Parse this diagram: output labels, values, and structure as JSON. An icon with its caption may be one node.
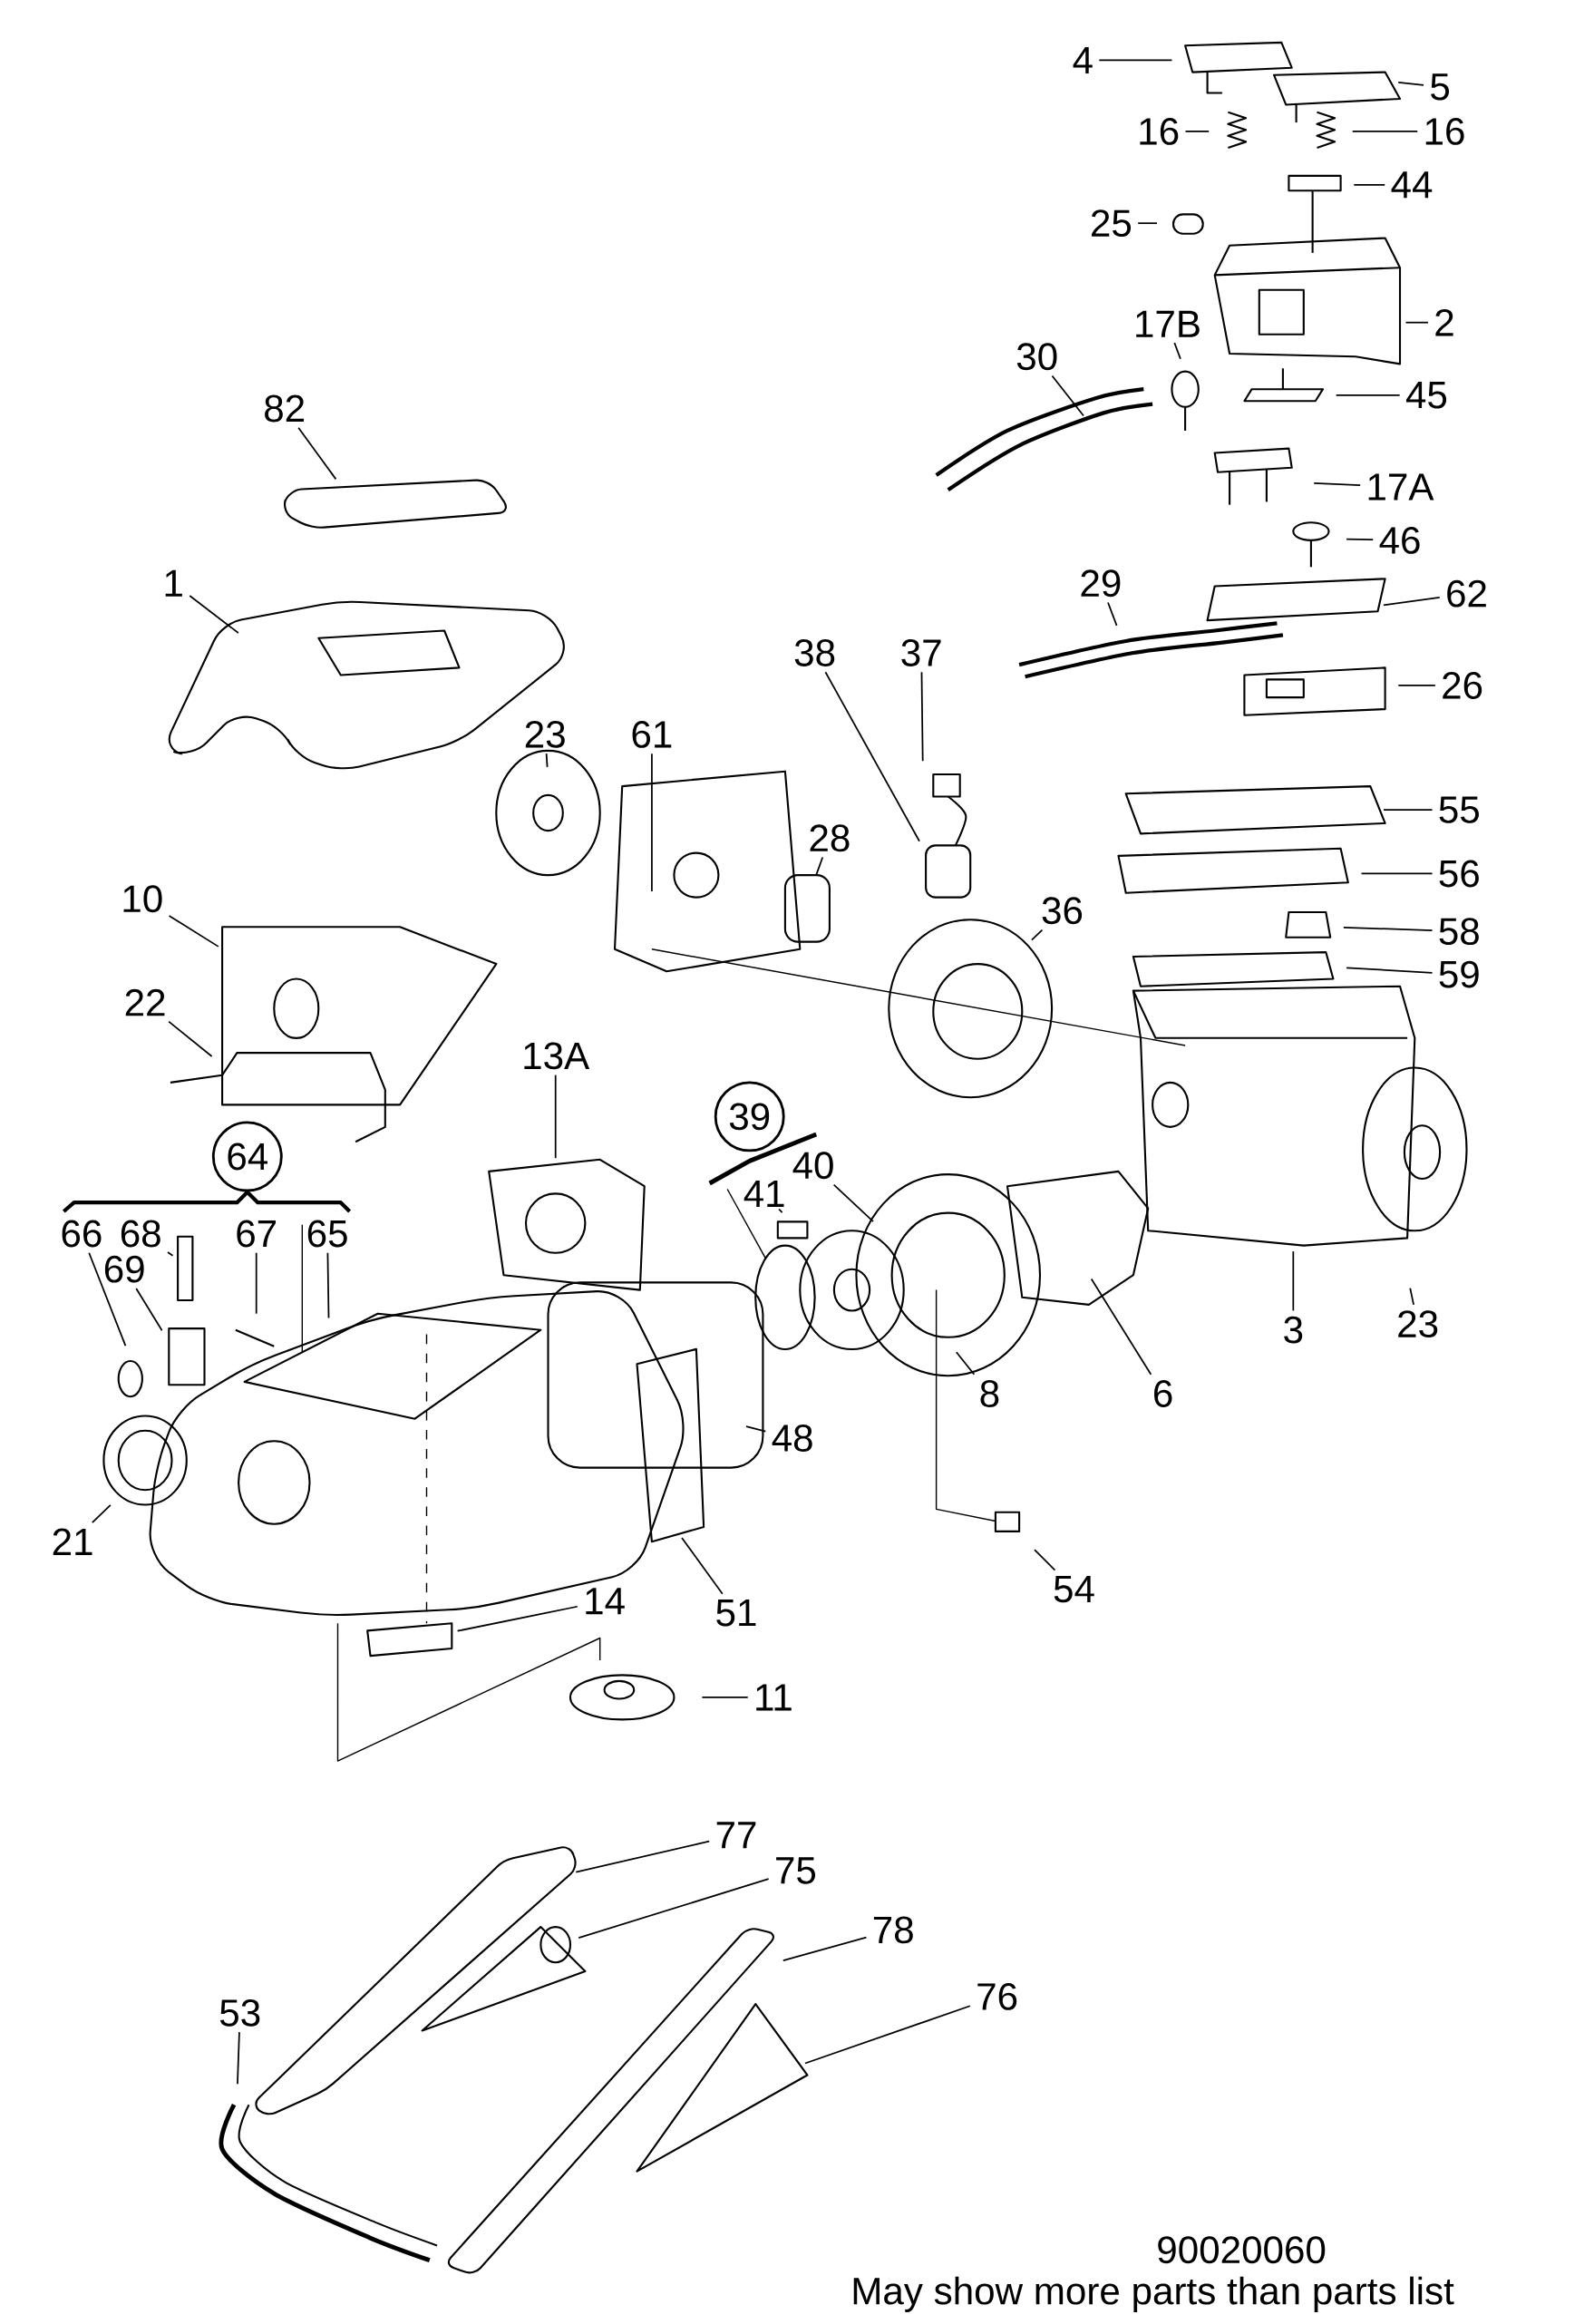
{
  "diagram": {
    "nodes": [
      {
        "text": [
          "4"
        ]
      },
      {
        "text": [
          "5"
        ]
      },
      {
        "text": [
          "16"
        ]
      },
      {
        "text": [
          "16"
        ]
      },
      {
        "text": [
          "44"
        ]
      },
      {
        "text": [
          "25"
        ]
      },
      {
        "text": [
          "2"
        ]
      },
      {
        "text": [
          "17B"
        ]
      },
      {
        "text": [
          "30"
        ]
      },
      {
        "text": [
          "45"
        ]
      },
      {
        "text": [
          "17A"
        ]
      },
      {
        "text": [
          "46"
        ]
      },
      {
        "text": [
          "29"
        ]
      },
      {
        "text": [
          "62"
        ]
      },
      {
        "text": [
          "26"
        ]
      },
      {
        "text": [
          "82"
        ]
      },
      {
        "text": [
          "1"
        ]
      },
      {
        "text": [
          "23"
        ]
      },
      {
        "text": [
          "61"
        ]
      },
      {
        "text": [
          "38"
        ]
      },
      {
        "text": [
          "37"
        ]
      },
      {
        "text": [
          "55"
        ]
      },
      {
        "text": [
          "28"
        ]
      },
      {
        "text": [
          "10"
        ]
      },
      {
        "text": [
          "36"
        ]
      },
      {
        "text": [
          "56"
        ]
      },
      {
        "text": [
          "58"
        ]
      },
      {
        "text": [
          "22"
        ]
      },
      {
        "text": [
          "59"
        ]
      },
      {
        "text": [
          "13A"
        ]
      },
      {
        "text": [
          "39"
        ]
      },
      {
        "text": [
          "41"
        ]
      },
      {
        "text": [
          "40"
        ]
      },
      {
        "text": [
          "64"
        ]
      },
      {
        "text": [
          "66"
        ]
      },
      {
        "text": [
          "67"
        ]
      },
      {
        "text": [
          "65"
        ]
      },
      {
        "text": [
          "69"
        ]
      },
      {
        "text": [
          "21"
        ]
      },
      {
        "text": [
          "48"
        ]
      },
      {
        "text": [
          "51"
        ]
      },
      {
        "text": [
          "14"
        ]
      },
      {
        "text": [
          "11"
        ]
      },
      {
        "text": [
          "54"
        ]
      },
      {
        "text": [
          "8"
        ]
      },
      {
        "text": [
          "6"
        ]
      },
      {
        "text": [
          "3"
        ]
      },
      {
        "text": [
          "23"
        ]
      },
      {
        "text": [
          "77"
        ]
      },
      {
        "text": [
          "75"
        ]
      },
      {
        "text": [
          "78"
        ]
      },
      {
        "text": [
          "76"
        ]
      },
      {
        "text": [
          "53"
        ]
      },
      {
        "text": [
          "68"
        ]
      }
    ],
    "edges": [
      {
        "from": 0,
        "to": null,
        "arrow": "none"
      },
      {
        "from": 1,
        "to": null,
        "arrow": "none"
      },
      {
        "from": 2,
        "to": null,
        "arrow": "none"
      },
      {
        "from": 3,
        "to": null,
        "arrow": "none"
      },
      {
        "from": 4,
        "to": null,
        "arrow": "none"
      },
      {
        "from": 5,
        "to": null,
        "arrow": "none"
      },
      {
        "from": 6,
        "to": null,
        "arrow": "none"
      },
      {
        "from": 7,
        "to": null,
        "arrow": "none"
      },
      {
        "from": 8,
        "to": null,
        "arrow": "none"
      },
      {
        "from": 9,
        "to": null,
        "arrow": "none"
      },
      {
        "from": 10,
        "to": null,
        "arrow": "none"
      },
      {
        "from": 11,
        "to": null,
        "arrow": "none"
      },
      {
        "from": 12,
        "to": null,
        "arrow": "none"
      },
      {
        "from": 13,
        "to": null,
        "arrow": "none"
      },
      {
        "from": 14,
        "to": null,
        "arrow": "none"
      },
      {
        "from": 15,
        "to": null,
        "arrow": "none"
      },
      {
        "from": 16,
        "to": null,
        "arrow": "none"
      },
      {
        "from": 17,
        "to": null,
        "arrow": "none"
      },
      {
        "from": 18,
        "to": null,
        "arrow": "none"
      },
      {
        "from": 19,
        "to": null,
        "arrow": "none"
      },
      {
        "from": 20,
        "to": null,
        "arrow": "none"
      },
      {
        "from": 21,
        "to": null,
        "arrow": "none"
      },
      {
        "from": 22,
        "to": null,
        "arrow": "none"
      },
      {
        "from": 23,
        "to": null,
        "arrow": "none"
      },
      {
        "from": 24,
        "to": null,
        "arrow": "none"
      },
      {
        "from": 25,
        "to": null,
        "arrow": "none"
      },
      {
        "from": 26,
        "to": null,
        "arrow": "none"
      },
      {
        "from": 27,
        "to": null,
        "arrow": "none"
      },
      {
        "from": 28,
        "to": null,
        "arrow": "none"
      },
      {
        "from": 29,
        "to": null,
        "arrow": "none"
      },
      {
        "from": 31,
        "to": null,
        "arrow": "none"
      },
      {
        "from": 32,
        "to": null,
        "arrow": "none"
      },
      {
        "from": 34,
        "to": null,
        "arrow": "none"
      },
      {
        "from": 35,
        "to": null,
        "arrow": "none"
      },
      {
        "from": 36,
        "to": null,
        "arrow": "none"
      },
      {
        "from": 37,
        "to": null,
        "arrow": "none"
      },
      {
        "from": 38,
        "to": null,
        "arrow": "none"
      },
      {
        "from": 39,
        "to": null,
        "arrow": "none"
      },
      {
        "from": 40,
        "to": null,
        "arrow": "none"
      },
      {
        "from": 41,
        "to": null,
        "arrow": "none"
      },
      {
        "from": 42,
        "to": null,
        "arrow": "none"
      },
      {
        "from": 43,
        "to": null,
        "arrow": "none"
      },
      {
        "from": 44,
        "to": null,
        "arrow": "none"
      },
      {
        "from": 45,
        "to": null,
        "arrow": "none"
      },
      {
        "from": 46,
        "to": null,
        "arrow": "none"
      },
      {
        "from": 47,
        "to": null,
        "arrow": "none"
      },
      {
        "from": 48,
        "to": null,
        "arrow": "none"
      },
      {
        "from": 49,
        "to": null,
        "arrow": "none"
      },
      {
        "from": 50,
        "to": null,
        "arrow": "none"
      },
      {
        "from": 51,
        "to": null,
        "arrow": "none"
      },
      {
        "from": 52,
        "to": null,
        "arrow": "none"
      },
      {
        "from": 53,
        "to": null,
        "arrow": "none"
      }
    ],
    "labels": [
      "90020060",
      "May show more parts than parts list"
    ]
  }
}
